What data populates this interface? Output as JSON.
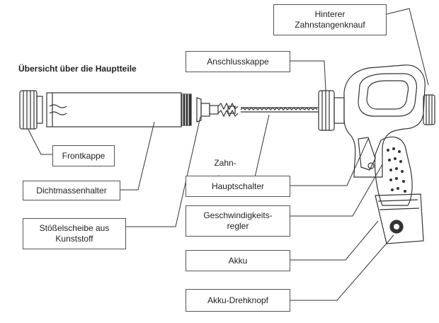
{
  "title": "Übersicht über die Hauptteile",
  "labels": {
    "frontkappe": "Frontkappe",
    "dichtmassenhalter": "Dichtmassenhalter",
    "stoesselscheibe": "Stößelscheibe aus\nKunststoff",
    "anschlusskappe": "Anschlusskappe",
    "zahnstangenknauf": "Hinterer\nZahnstangenknauf",
    "zahn_line1": "Zahn-",
    "zahn_line2": "stange",
    "hauptschalter": "Hauptschalter",
    "geschwindigkeit": "Geschwindigkeits-\nregler",
    "akku": "Akku",
    "akku_drehknopf": "Akku-Drehknopf"
  }
}
